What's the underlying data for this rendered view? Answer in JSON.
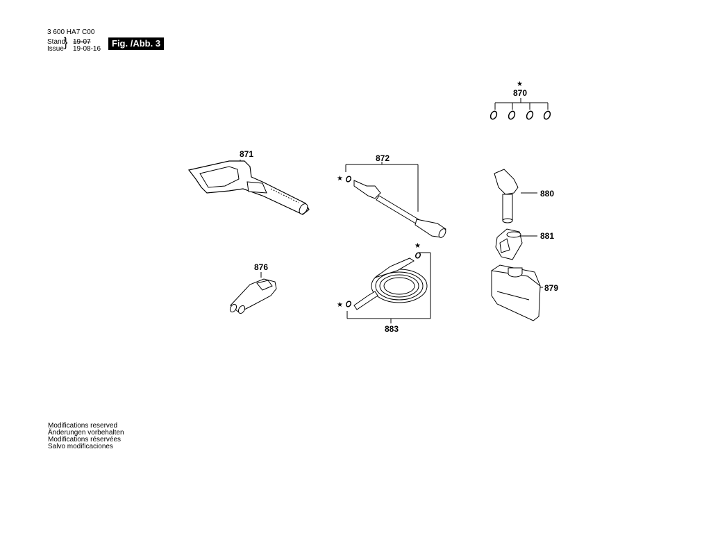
{
  "header": {
    "doc_number": "3 600 HA7 C00",
    "stand_label": "Stand",
    "issue_label": "Issue",
    "old_date": "19-07",
    "date": "19-08-16",
    "figure_label": "Fig. /Abb. 3"
  },
  "parts": {
    "p870": "870",
    "p871": "871",
    "p872": "872",
    "p876": "876",
    "p879": "879",
    "p880": "880",
    "p881": "881",
    "p883": "883"
  },
  "star_symbol": "★",
  "footer": {
    "lines": [
      "Modifications reserved",
      "Änderungen vorbehalten",
      "Modifications réservées",
      "Salvo modificaciones"
    ]
  }
}
